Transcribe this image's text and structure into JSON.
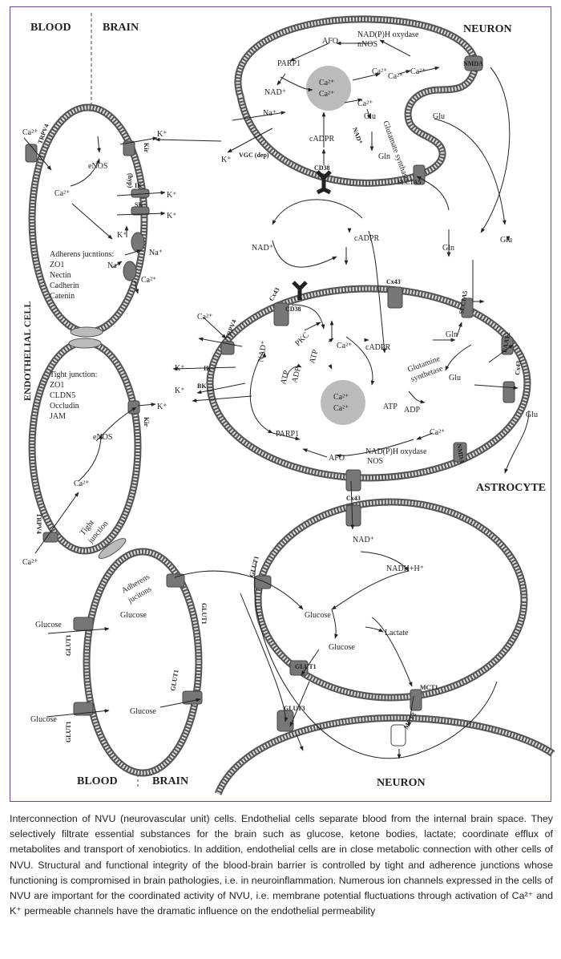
{
  "headings": {
    "blood_top": "BLOOD",
    "brain_top": "BRAIN",
    "neuron_top": "NEURON",
    "endothelial_cell": "ENDOTHELIAL CELL",
    "astrocyte": "ASTROCYTE",
    "blood_bottom": "BLOOD",
    "brain_bottom": "BRAIN",
    "neuron_bottom": "NEURON"
  },
  "neuron_top": {
    "nadph_oxydase": "NAD(P)H oxydase",
    "nnos": "nNOS",
    "afo": "AFO",
    "parp1": "PARP1",
    "nad_plus": "NAD⁺",
    "ca_store": [
      "Ca²⁺",
      "Ca²⁺"
    ],
    "ca_a": "Ca²⁺",
    "ca_b": "Ca²⁺",
    "ca_c": "Ca²⁺",
    "ca_d": "Ca²⁺",
    "nmda": "NMDA",
    "na": "Na⁺",
    "k": "K⁺",
    "vgc": "VGC (dep)",
    "cadpr": "cADPR",
    "cd38": "CD38",
    "glu_in": "Glu",
    "glutamate_synthase": "Glutamate synthase",
    "nad_sm": "NAD⁺",
    "gln_in": "Gln",
    "slc1a5": "SLC1A5",
    "glu_out": "Glu"
  },
  "endothelial_top": {
    "trpv4": "TRPV4",
    "ca_in": "Ca²⁺",
    "enos": "eNOS",
    "ca2": "Ca²⁺",
    "k1": "K⁺",
    "kir": "Kir",
    "hyp": "(hyp)",
    "ik": "IK",
    "k2": "K⁺",
    "sk": "SK",
    "k3": "K⁺",
    "k4": "K⁺",
    "na1": "Na⁺",
    "na2": "Na⁺",
    "ca3": "Ca²⁺",
    "adherens_title": "Adherens jucntions:",
    "adherens_list": [
      "ZO1",
      "Nectin",
      "Cadherin",
      "Catenin"
    ]
  },
  "endothelial_mid": {
    "tight_title": "Tight junction:",
    "tight_list": [
      "ZO1",
      "CLDN5",
      "Occludin",
      "JAM"
    ],
    "enos": "eNOS",
    "k": "K⁺",
    "kir": "Kir",
    "ca_in": "Ca²⁺",
    "trpv4": "TRPV4",
    "ca_out": "Ca²⁺",
    "tight_junction": [
      "Tight",
      "junction"
    ]
  },
  "middle": {
    "nad_plus": "NAD⁺",
    "cadpr": "cADPR",
    "gln": "Gln",
    "glu": "Glu"
  },
  "astrocyte": {
    "cx43_a": "Cx43",
    "cd38": "CD38",
    "cx43_b": "Cx43",
    "slc1a5": "SLC1A5",
    "eaat2": "EAAT2",
    "cx43_c": "Cx43",
    "ca_in": "Ca²⁺",
    "trpv4": "TRPV4",
    "pkc": "PKC",
    "atp1": "ATP",
    "adp1": "ADP",
    "atp2": "ATP",
    "nad": "NAD⁺",
    "ca2": "Ca²⁺",
    "cadpr": "cADPR",
    "gln": "Gln",
    "glutamine_synthetase": [
      "Glutamine",
      "synthetase"
    ],
    "glu": "Glu",
    "atp3": "ATP",
    "adp3": "ADP",
    "k1": "K⁺",
    "ik": "IK",
    "k2": "K⁺",
    "bk": "BK",
    "ca_store": [
      "Ca²⁺",
      "Ca²⁺"
    ],
    "parp1": "PARP1",
    "afo": "AFO",
    "nadph_oxydase": "NAD(P)H oxydase",
    "nos": "NOS",
    "ca3": "Ca²⁺",
    "nmda": "NMDA",
    "glu_out": "Glu",
    "cx43_d": "Cx43"
  },
  "lower": {
    "adherens": [
      "Adherens",
      "jucitons"
    ],
    "glut1_a": "GLUT1",
    "glucose_blood1": "Glucose",
    "glucose_in1": "Glucose",
    "glut1_b": "GLUT1",
    "glucose_blood2": "Glucose",
    "glucose_in2": "Glucose",
    "glut1_c": "GLUT1",
    "glut1_d": "GLUT1",
    "nad_plus": "NAD⁺",
    "nadh": "NADH+H⁺",
    "glucose_a": "Glucose",
    "glucose_b": "Glucose",
    "lactate": "Lactate",
    "glut1_e": "GLUT1",
    "mct1": "MCT1",
    "glut3": "GLUT3",
    "mct2": "MCT2",
    "glut1_f": "GLUT1"
  },
  "caption": "Interconnection of NVU (neurovascular unit) cells. Endothelial cells separate blood from the internal brain space. They selectively filtrate essential substances for the brain such as glucose, ketone bodies, lactate; coordinate efflux of metabolites and transport of xenobiotics. In addition, endothelial cells are in close metabolic connection with other cells of NVU. Structural and functional integrity of the blood-brain barrier is controlled by tight and adherence junctions whose functioning is compromised in brain pathologies, i.e. in neuroinflammation. Numerous ion channels expressed in the cells of NVU are important for the coordinated activity of NVU, i.e. membrane potential fluctuations through activation of Ca²⁺ and K⁺ permeable channels have the dramatic influence on the endothelial permeability"
}
